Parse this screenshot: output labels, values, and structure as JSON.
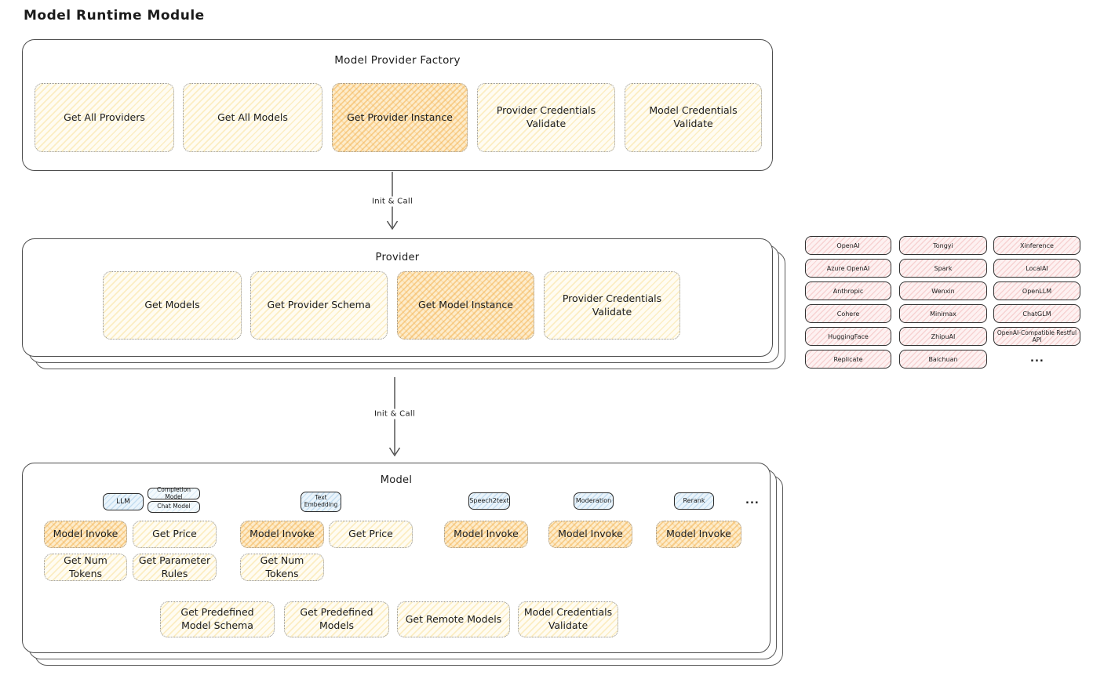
{
  "page_title": "Model Runtime Module",
  "colors": {
    "yellow_fill": "#fdf6de",
    "orange_highlight": "#f6c27a",
    "blue_tab": "#d9eaf7",
    "pink_cell": "#f9e3e3",
    "border_dark": "#2c2c2c"
  },
  "factory": {
    "title": "Model Provider Factory",
    "buttons": [
      {
        "label": "Get All Providers"
      },
      {
        "label": "Get All Models"
      },
      {
        "label": "Get Provider Instance"
      },
      {
        "label": "Provider Credentials Validate"
      },
      {
        "label": "Model Credentials Validate"
      }
    ]
  },
  "arrow1": {
    "label": "Init & Call"
  },
  "arrow2": {
    "label": "Init & Call"
  },
  "provider": {
    "title": "Provider",
    "buttons": [
      {
        "label": "Get Models"
      },
      {
        "label": "Get Provider Schema"
      },
      {
        "label": "Get Model Instance"
      },
      {
        "label": "Provider Credentials Validate"
      }
    ]
  },
  "provider_list": {
    "col1": [
      "OpenAI",
      "Azure OpenAI",
      "Anthropic",
      "Cohere",
      "HuggingFace",
      "Replicate"
    ],
    "col2": [
      "Tongyi",
      "Spark",
      "Wenxin",
      "Minimax",
      "ZhipuAI",
      "Baichuan"
    ],
    "col3": [
      "Xinference",
      "LocalAI",
      "OpenLLM",
      "ChatGLM",
      "OpenAI-Compatible Restful API"
    ],
    "ellipsis": "..."
  },
  "model": {
    "title": "Model",
    "tabs": {
      "llm": "LLM",
      "completion_model": "Completion Model",
      "chat_model": "Chat Model",
      "text_embedding": "Text Embedding",
      "speech2text": "Speech2text",
      "moderation": "Moderation",
      "rerank": "Rerank",
      "ellipsis": "..."
    },
    "llm_group": {
      "invoke": "Model Invoke",
      "get_price": "Get Price",
      "get_num_tokens": "Get Num Tokens",
      "get_parameter_rules": "Get Parameter Rules"
    },
    "embedding_group": {
      "invoke": "Model Invoke",
      "get_price": "Get Price",
      "get_num_tokens": "Get Num Tokens"
    },
    "speech2text_group": {
      "invoke": "Model Invoke"
    },
    "moderation_group": {
      "invoke": "Model Invoke"
    },
    "rerank_group": {
      "invoke": "Model Invoke"
    },
    "bottom_buttons": [
      {
        "label": "Get Predefined Model Schema"
      },
      {
        "label": "Get Predefined Models"
      },
      {
        "label": "Get Remote Models"
      },
      {
        "label": "Model Credentials Validate"
      }
    ]
  }
}
